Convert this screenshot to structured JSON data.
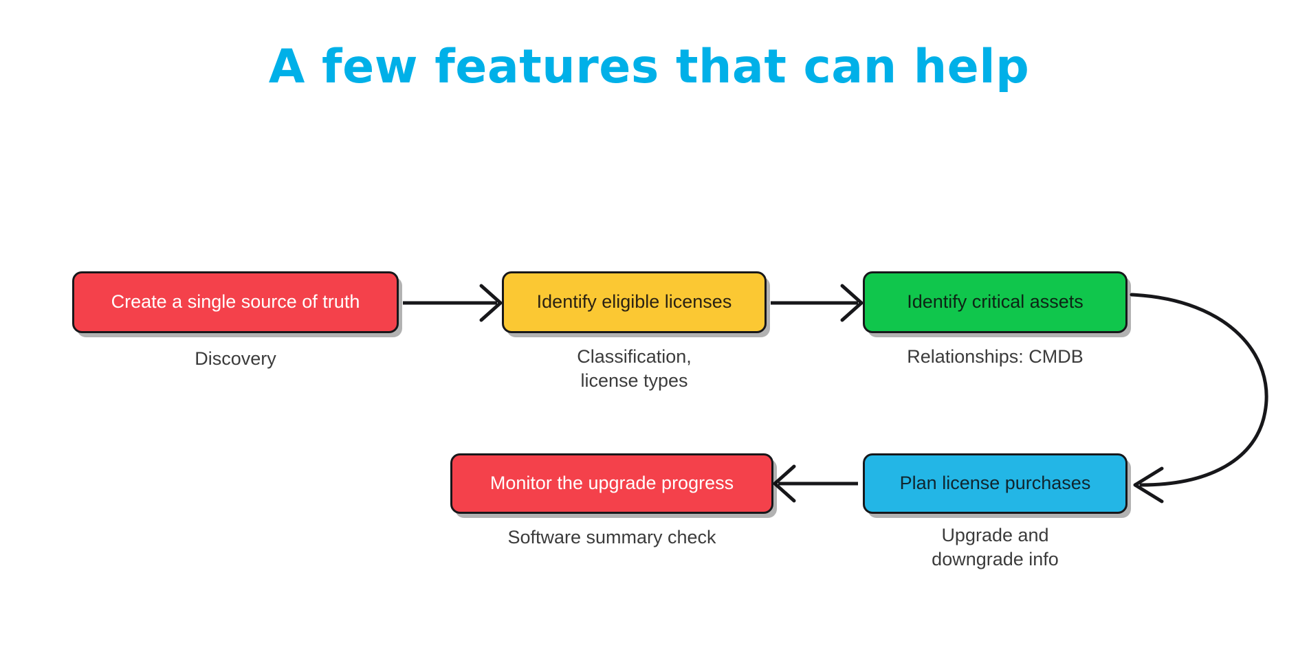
{
  "slide": {
    "title": "A few features that can help",
    "background_color": "#ffffff",
    "title_color": "#00b0e8"
  },
  "diagram": {
    "type": "flowchart",
    "nodes": [
      {
        "id": "source",
        "label": "Create a single source of truth",
        "caption": "Discovery",
        "fill_color": "#f4414b",
        "text_color": "#ffffff",
        "row": 1,
        "order": 1
      },
      {
        "id": "eligible",
        "label": "Identify eligible licenses",
        "caption_line1": "Classification,",
        "caption_line2": "license types",
        "fill_color": "#fbc833",
        "text_color": "#2a2113",
        "row": 1,
        "order": 2
      },
      {
        "id": "critical",
        "label": "Identify critical assets",
        "caption": "Relationships: CMDB",
        "fill_color": "#10c64c",
        "text_color": "#0d2415",
        "row": 1,
        "order": 3
      },
      {
        "id": "monitor",
        "label": "Monitor the upgrade progress",
        "caption": "Software summary check",
        "fill_color": "#f4414b",
        "text_color": "#ffffff",
        "row": 2,
        "order": 5
      },
      {
        "id": "plan",
        "label": "Plan license purchases",
        "caption_line1": "Upgrade and",
        "caption_line2": "downgrade info",
        "fill_color": "#23b6e6",
        "text_color": "#10252e",
        "row": 2,
        "order": 4
      }
    ],
    "edges": [
      {
        "from": "source",
        "to": "eligible",
        "style": "straight-right"
      },
      {
        "from": "eligible",
        "to": "critical",
        "style": "straight-right"
      },
      {
        "from": "critical",
        "to": "plan",
        "style": "curved-loop-right"
      },
      {
        "from": "plan",
        "to": "monitor",
        "style": "straight-left"
      }
    ],
    "edge_color": "#17171a"
  }
}
